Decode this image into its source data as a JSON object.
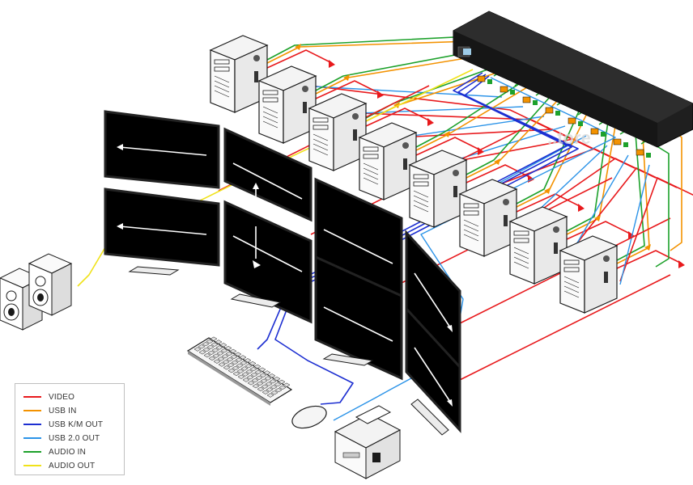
{
  "colors": {
    "video": "#e8191c",
    "usb_in": "#f39200",
    "usb_km_out": "#1d2fd1",
    "usb20_out": "#2b93e8",
    "audio_in": "#1da12b",
    "audio_out": "#f0e21a",
    "outline": "#1a1a1a"
  },
  "legend": {
    "items": [
      {
        "label": "VIDEO",
        "color": "#e8191c"
      },
      {
        "label": "USB IN",
        "color": "#f39200"
      },
      {
        "label": "USB K/M OUT",
        "color": "#1d2fd1"
      },
      {
        "label": "USB 2.0 OUT",
        "color": "#2b93e8"
      },
      {
        "label": "AUDIO IN",
        "color": "#1da12b"
      },
      {
        "label": "AUDIO OUT",
        "color": "#f0e21a"
      }
    ]
  },
  "watermark": "..tore"
}
